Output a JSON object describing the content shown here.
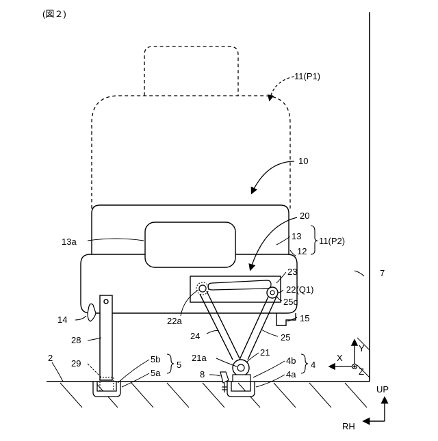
{
  "figure": {
    "caption": "(図２)",
    "labels": {
      "l11p1": "11(P1)",
      "l10": "10",
      "l20": "20",
      "l13a": "13a",
      "l13": "13",
      "l12": "12",
      "l11p2": "11(P2)",
      "l23": "23",
      "l22q1": "22(Q1)",
      "l25c": "25c",
      "l7": "7",
      "l14": "14",
      "l22a": "22a",
      "l15": "15",
      "l24": "24",
      "l25": "25",
      "l28": "28",
      "l2": "2",
      "l29": "29",
      "l5b": "5b",
      "l5a": "5a",
      "l5": "5",
      "l21a": "21a",
      "l21": "21",
      "l4b": "4b",
      "l4a": "4a",
      "l4": "4",
      "l8": "8",
      "axisX": "X",
      "axisY": "Y",
      "axisZ": "Z",
      "up": "UP",
      "rh": "RH"
    }
  }
}
